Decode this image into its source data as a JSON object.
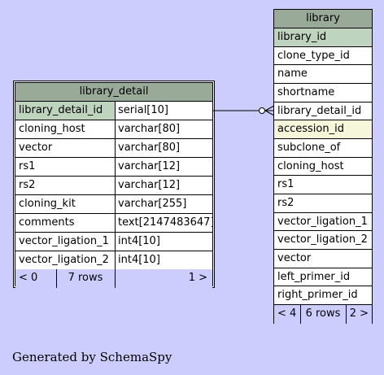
{
  "library_detail": {
    "title": "library_detail",
    "columns": [
      {
        "name": "library_detail_id",
        "type": "serial[10]"
      },
      {
        "name": "cloning_host",
        "type": "varchar[80]"
      },
      {
        "name": "vector",
        "type": "varchar[80]"
      },
      {
        "name": "rs1",
        "type": "varchar[12]"
      },
      {
        "name": "rs2",
        "type": "varchar[12]"
      },
      {
        "name": "cloning_kit",
        "type": "varchar[255]"
      },
      {
        "name": "comments",
        "type": "text[2147483647]"
      },
      {
        "name": "vector_ligation_1",
        "type": "int4[10]"
      },
      {
        "name": "vector_ligation_2",
        "type": "int4[10]"
      }
    ],
    "footer": {
      "left": "< 0",
      "middle": "7 rows",
      "right": "1 >"
    }
  },
  "library": {
    "title": "library",
    "columns": [
      "library_id",
      "clone_type_id",
      "name",
      "shortname",
      "library_detail_id",
      "accession_id",
      "subclone_of",
      "cloning_host",
      "rs1",
      "rs2",
      "vector_ligation_1",
      "vector_ligation_2",
      "vector",
      "left_primer_id",
      "right_primer_id"
    ],
    "footer": {
      "left": "< 4",
      "middle": "6 rows",
      "right": "2 >"
    }
  },
  "generated_by": "Generated by SchemaSpy",
  "colors": {
    "background": "#cdcdfd",
    "title": "#9aaa99",
    "primary_key": "#bfd4bf",
    "highlighted_column": "#f6f6da"
  }
}
